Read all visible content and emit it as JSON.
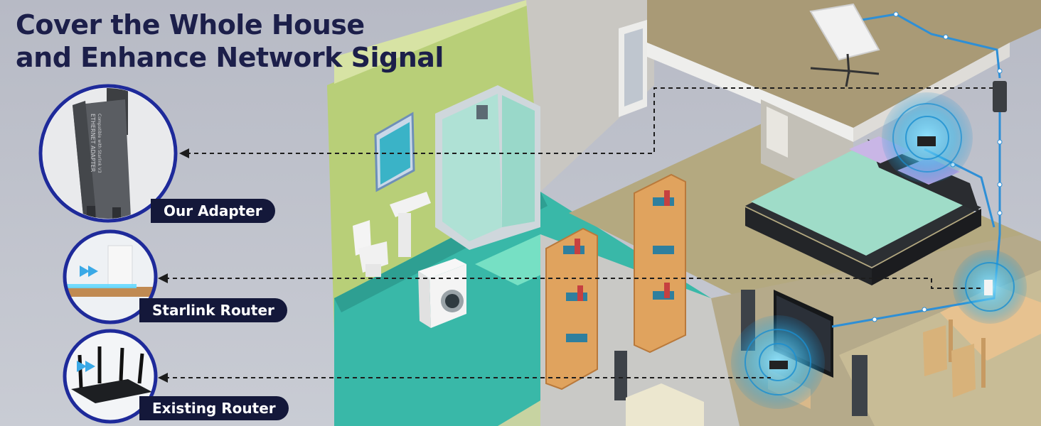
{
  "headline": {
    "line1": "Cover the Whole House",
    "line2": "and Enhance Network Signal"
  },
  "labels": {
    "adapter": "Our Adapter",
    "starlink_router": "Starlink Router",
    "existing_router": "Existing Router"
  },
  "adapter_print": {
    "line1": "ETHERNET ADAPTER",
    "line2": "Compatible with Starlink V3"
  },
  "colors": {
    "headline": "#1c1f4a",
    "badge": "#14183a",
    "ring": "#1e2a9a",
    "cable": "#2e8fd6",
    "signal": "#1ea7e0"
  }
}
